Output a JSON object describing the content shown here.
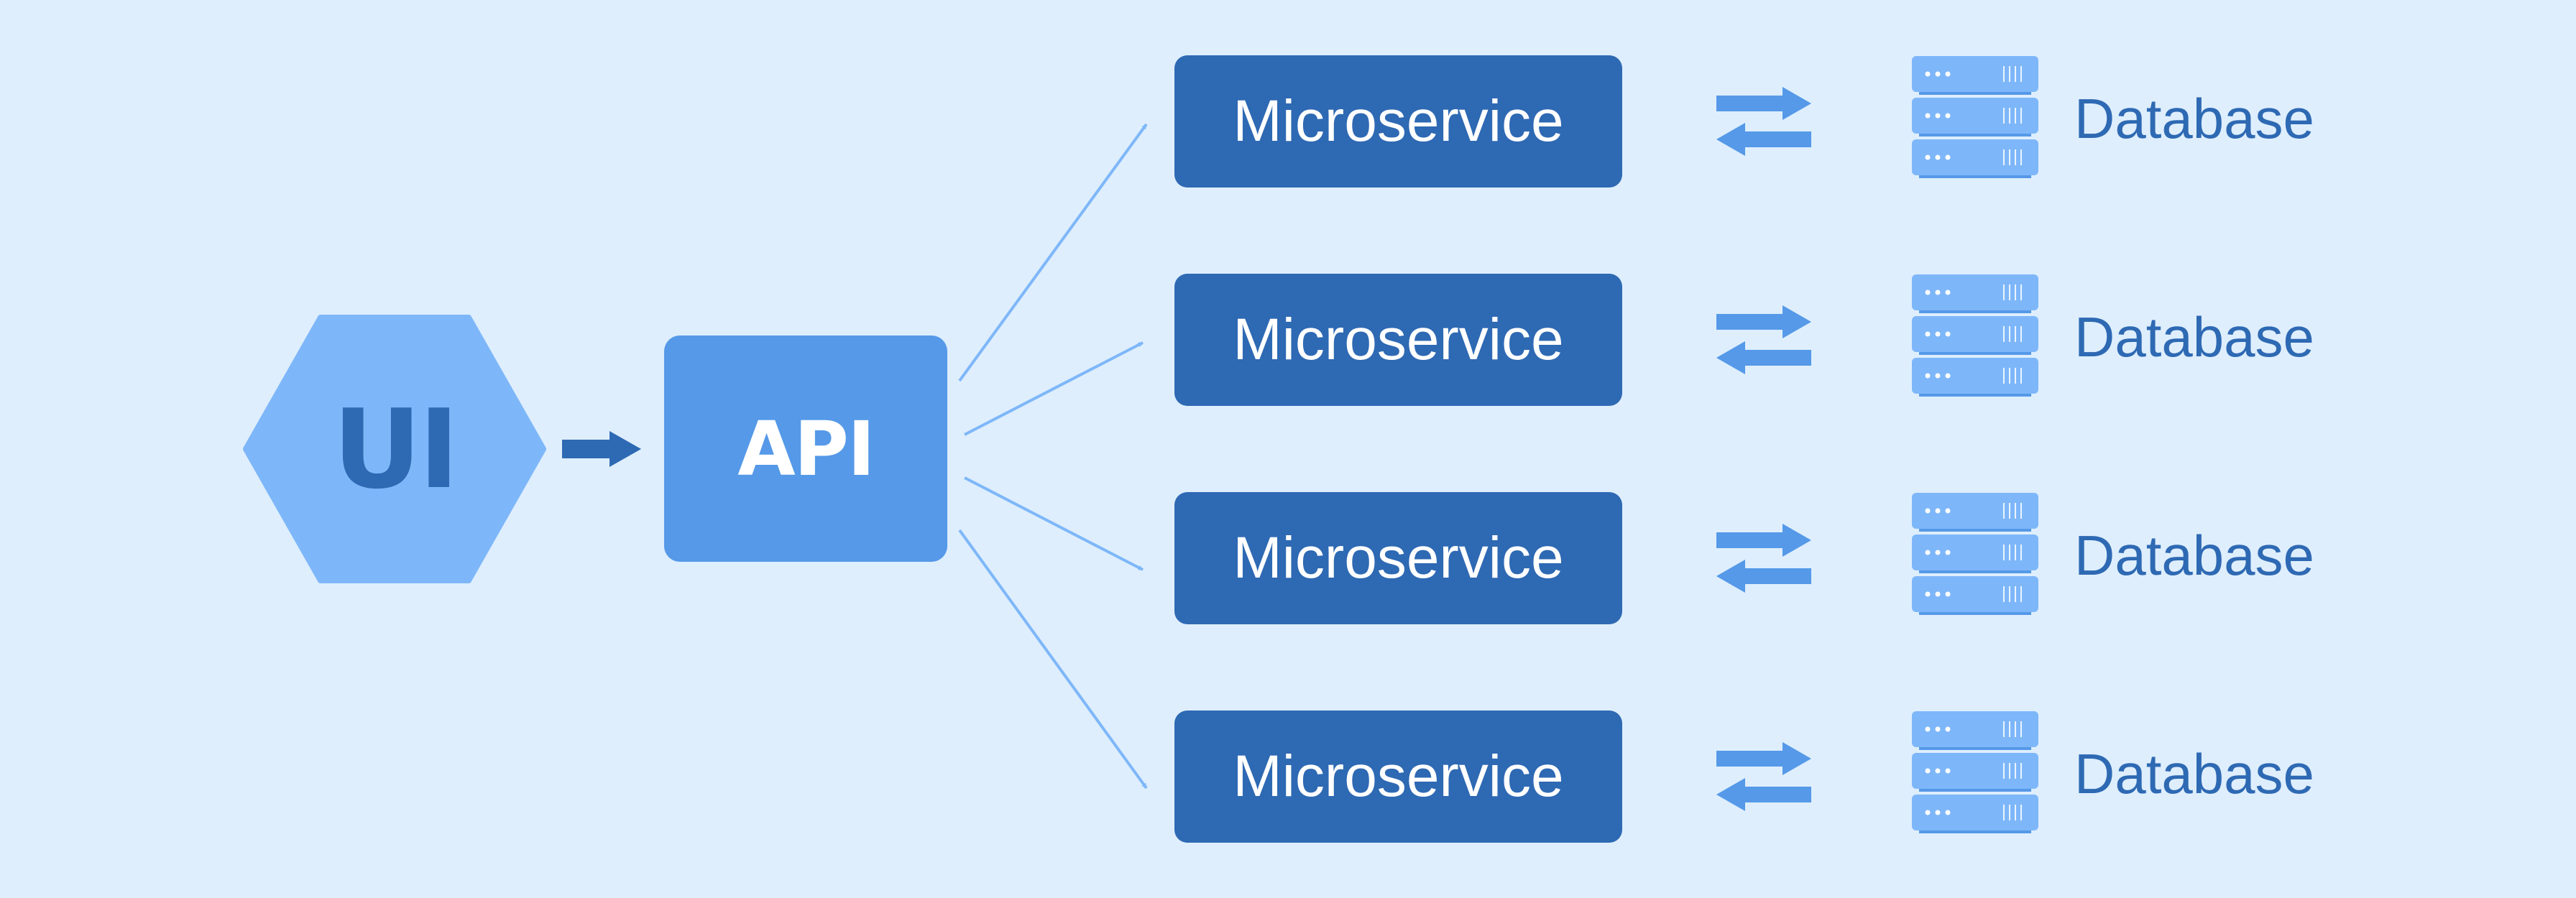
{
  "diagram": {
    "ui": {
      "label": "UI"
    },
    "api": {
      "label": "API"
    },
    "rows": [
      {
        "service_label": "Microservice",
        "database_label": "Database"
      },
      {
        "service_label": "Microservice",
        "database_label": "Database"
      },
      {
        "service_label": "Microservice",
        "database_label": "Database"
      },
      {
        "service_label": "Microservice",
        "database_label": "Database"
      }
    ],
    "icons": {
      "ui_shape": "hexagon",
      "ui_to_api": "arrow-right-icon",
      "api_to_service": "arrow-icon",
      "service_to_database": "bidirectional-arrows-icon",
      "database": "database-server-icon"
    },
    "colors": {
      "background": "#deeefd",
      "ui_hexagon": "#7eb7f9",
      "ui_text": "#2e69b3",
      "api_box": "#5599e8",
      "microservice_box": "#2e69b3",
      "connector_line": "#7eb7f9",
      "exchange_arrows": "#5599e8",
      "database_icon": "#7eb7f9",
      "database_text": "#2e69b3"
    }
  }
}
